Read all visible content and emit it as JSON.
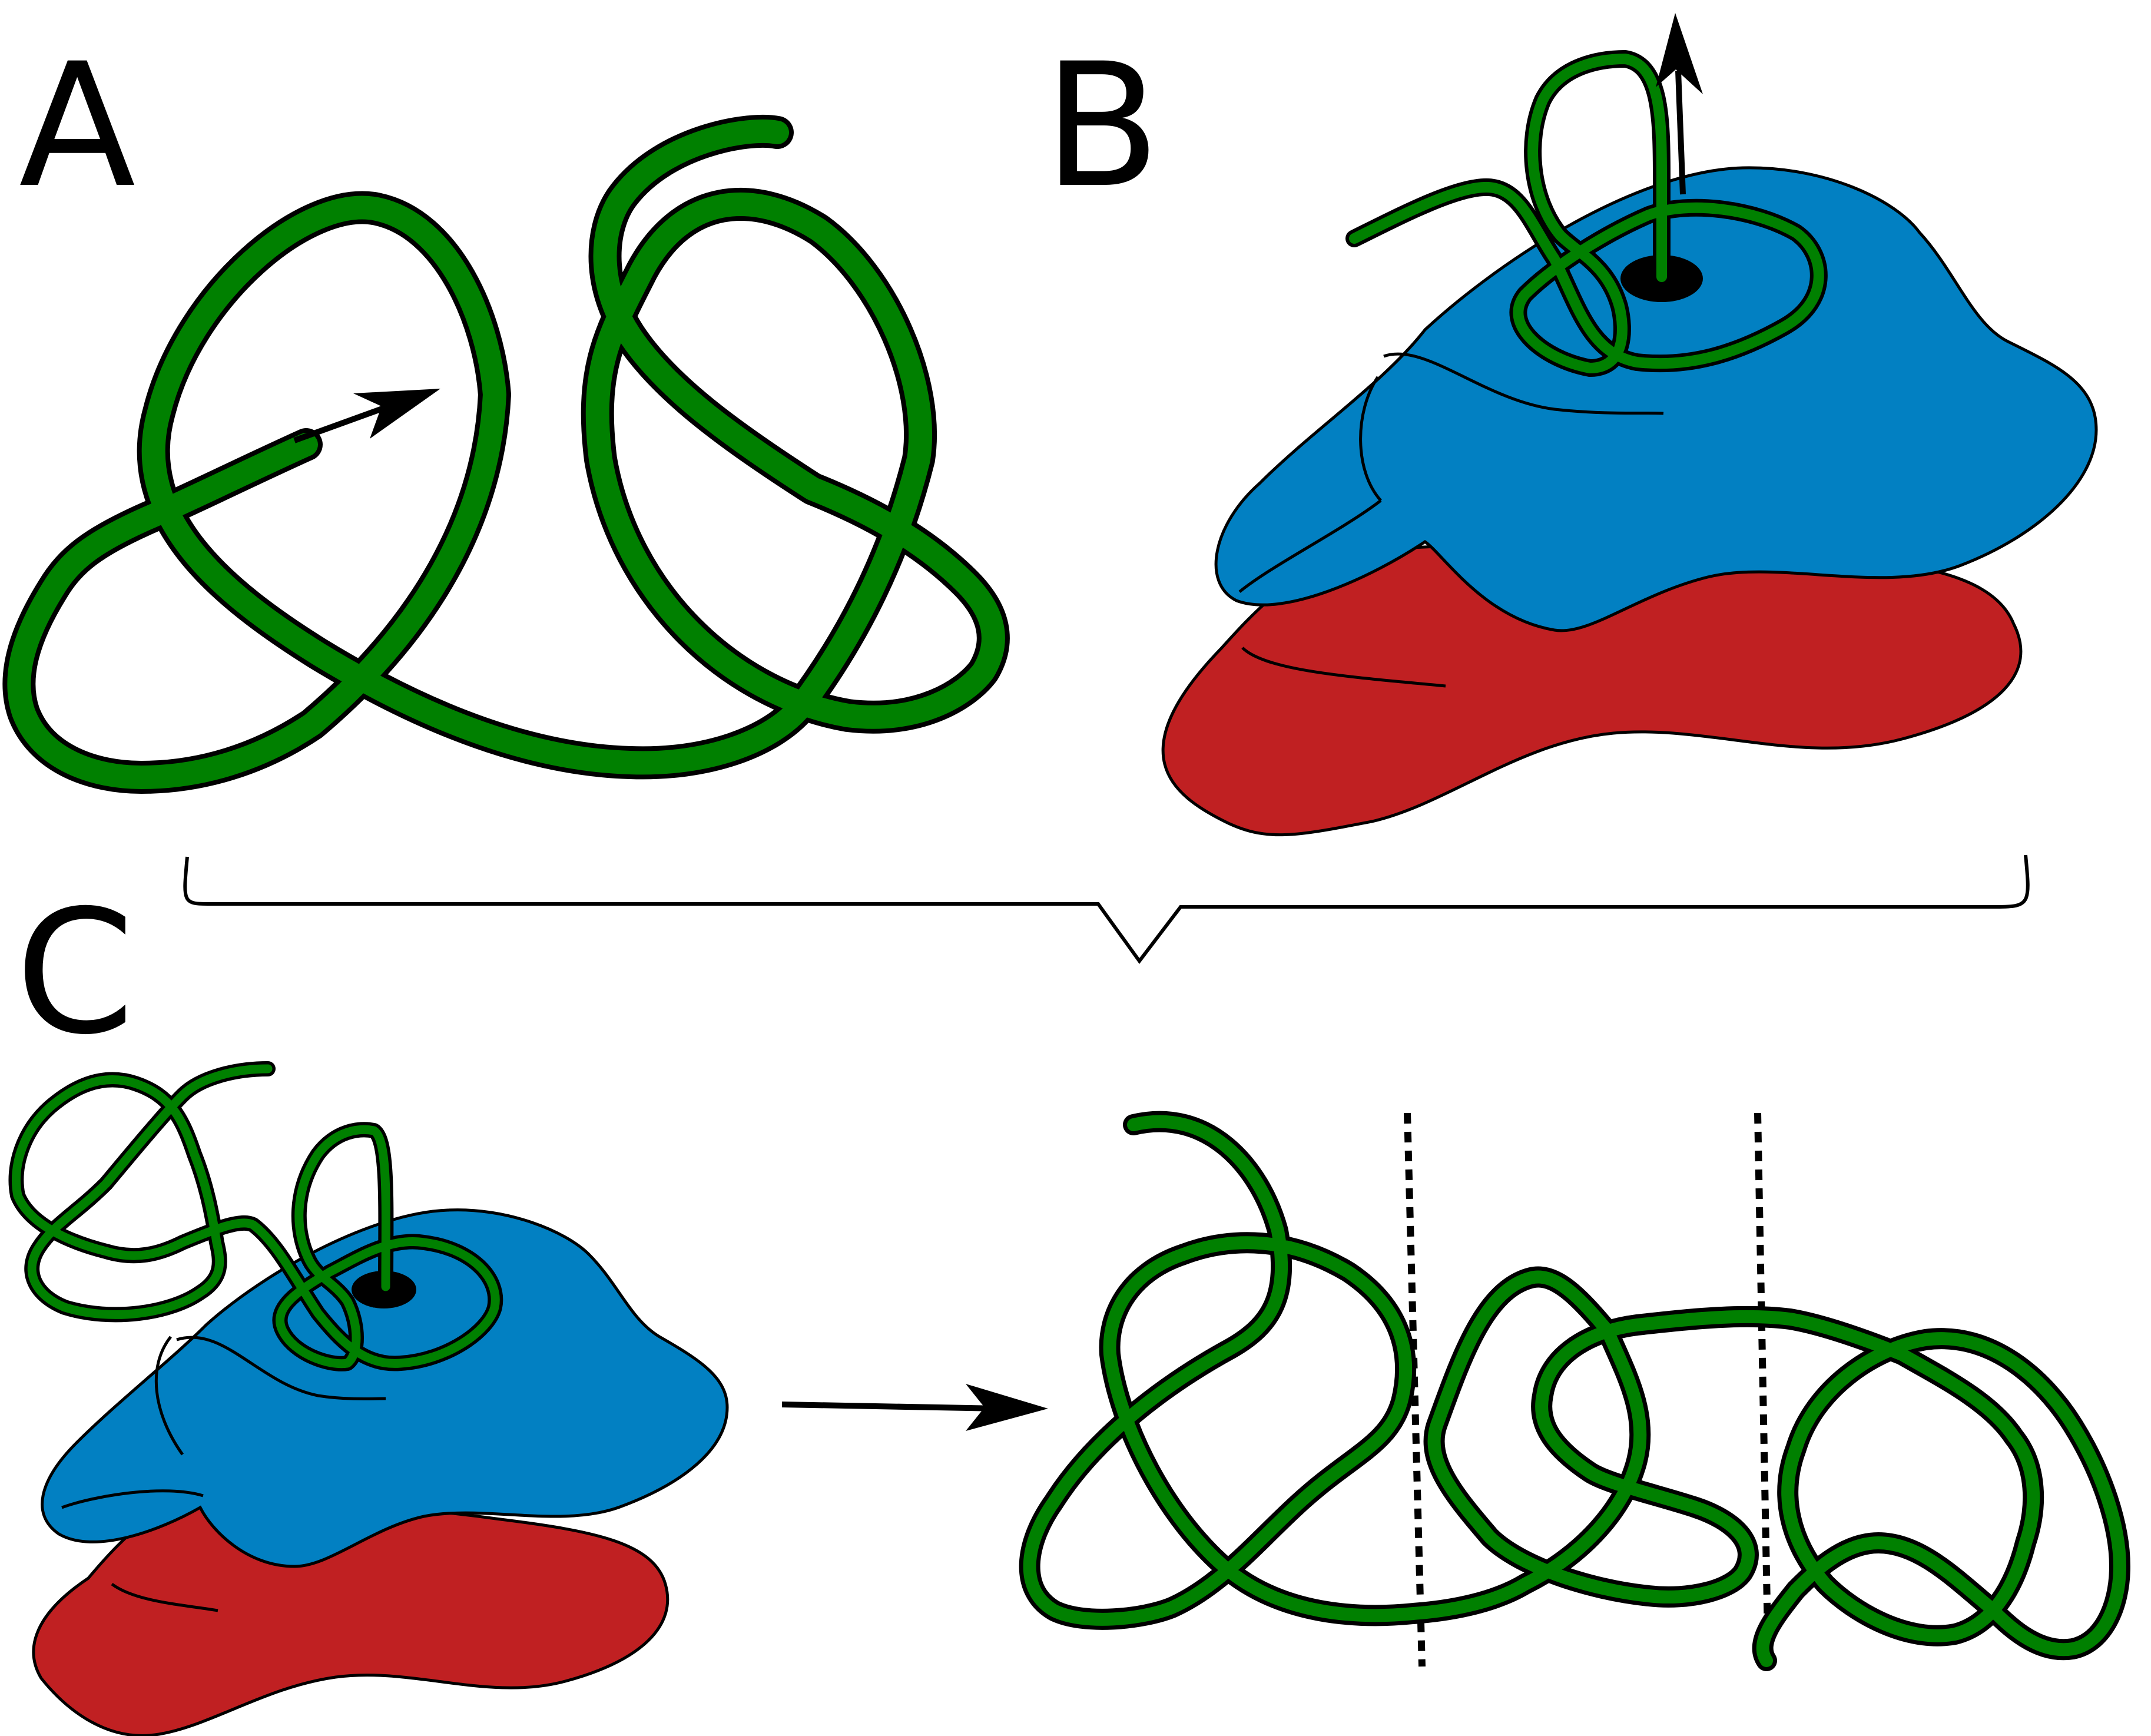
{
  "labels": {
    "a": "A",
    "b": "B",
    "c": "C"
  },
  "colors": {
    "strand": "#008000",
    "blue_domain": "#0280c2",
    "red_domain": "#c02022",
    "pore": "#000000",
    "outline": "#000000",
    "background": "#ffffff"
  },
  "icons": {
    "knot_arrow": "arrow-right-icon",
    "pull_arrow": "arrow-up-icon",
    "transform_arrow": "arrow-right-icon",
    "pore": "hole-icon"
  }
}
